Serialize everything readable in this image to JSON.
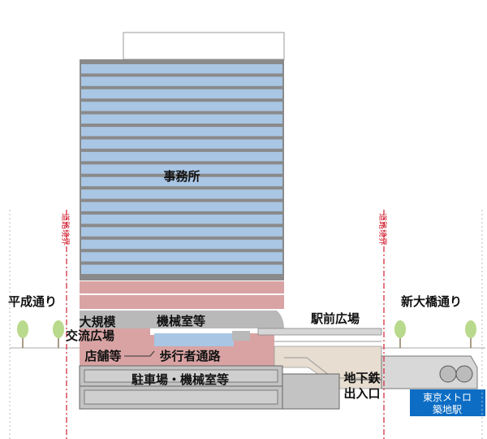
{
  "labels": {
    "office": "事務所",
    "heisei_street": "平成通り",
    "shin_ohashi_street": "新大橋通り",
    "large_plaza_line1": "大規模",
    "large_plaza_line2": "交流広場",
    "machine_room": "機械室等",
    "station_plaza": "駅前広場",
    "shops": "店舗等",
    "pedestrian_passage": "歩行者通路",
    "parking_machine": "駐車場・機械室等",
    "subway_line1": "地下鉄",
    "subway_line2": "出入口",
    "road_boundary_left": "道路境界",
    "road_boundary_right": "道路境界"
  },
  "station_badge": {
    "line1": "東京メトロ",
    "line2": "築地駅"
  },
  "colors": {
    "office_glass": "#a9c6e4",
    "office_band": "#8a8a8a",
    "podium_pink": "#d9a3a3",
    "machine_grey": "#b9b9b9",
    "basement_grey": "#c3c3c3",
    "tree_green": "#b9d98c",
    "station_blue": "#0d6dc4",
    "boundary_red": "#d02030"
  }
}
